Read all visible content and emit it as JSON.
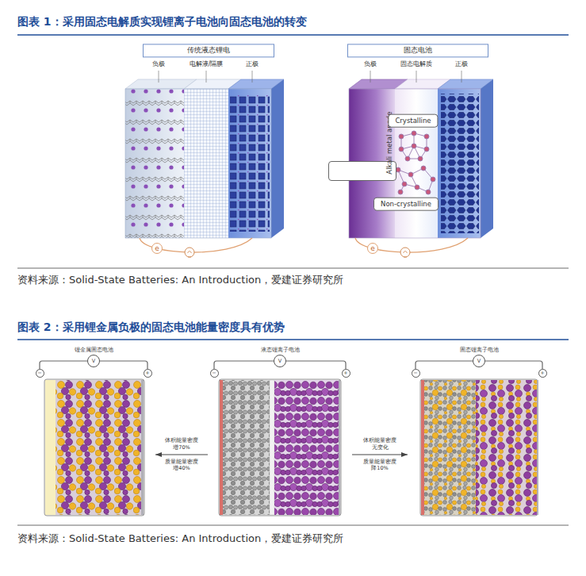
{
  "diagram": {
    "title": "图表 1：采用固态电解质实现锂离子电池向固态电池的转变",
    "nodes": [
      {
        "text": [
          "传统液态锂电"
        ]
      },
      {
        "text": [
          "e"
        ]
      },
      {
        "text": [
          "固态电池"
        ]
      },
      {
        "text": [
          "Alkali metal anode"
        ]
      },
      {
        "text": [
          "Crystalline"
        ]
      },
      {
        "text": [
          "Non-crystalline"
        ]
      },
      {
        "text": [
          "e"
        ]
      },
      {
        "text": [
          "锂金属固态电池"
        ]
      },
      {
        "text": [
          "−"
        ],
        "in": 7
      },
      {
        "text": [
          "V"
        ],
        "in": 7
      },
      {
        "text": [
          "+"
        ],
        "in": 7
      },
      {
        "text": [
          "液态锂离子电池"
        ]
      },
      {
        "text": [
          "−"
        ],
        "in": 11
      },
      {
        "text": [
          "V"
        ],
        "in": 11
      },
      {
        "text": [
          "+"
        ],
        "in": 11
      },
      {
        "text": [
          "固态锂离子电池"
        ]
      },
      {
        "text": [
          "−"
        ],
        "in": 15
      },
      {
        "text": [
          "V"
        ],
        "in": 15
      },
      {
        "text": [
          "+"
        ],
        "in": 15
      }
    ],
    "edges": [
      {
        "from": 11,
        "to": 7,
        "arrow": "to",
        "label": "体积能量密度 增70%"
      },
      {
        "from": 11,
        "to": 15,
        "arrow": "to",
        "label": "体积能量密度 无变化"
      }
    ],
    "labels": [
      "负极",
      "电解液/隔膜",
      "正极",
      "负极",
      "固态电解质",
      "正极",
      "资料来源：Solid-State Batteries: An Introduction，爱建证券研究所",
      "图表 2：采用锂金属负极的固态电池能量密度具有优势",
      "质量能量密度 增40%",
      "质量能量密度 降10%",
      "资料来源：Solid-State Batteries: An Introduction，爱建证券研究所"
    ]
  }
}
